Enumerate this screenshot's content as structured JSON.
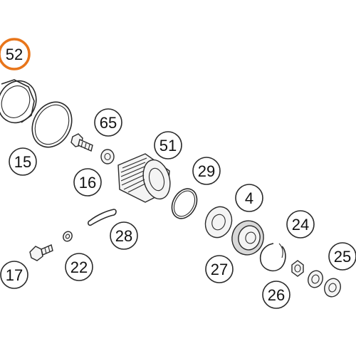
{
  "callouts": [
    {
      "id": "52",
      "label": "52",
      "highlighted": true
    },
    {
      "id": "15",
      "label": "15",
      "highlighted": false
    },
    {
      "id": "65",
      "label": "65",
      "highlighted": false
    },
    {
      "id": "51",
      "label": "51",
      "highlighted": false
    },
    {
      "id": "16",
      "label": "16",
      "highlighted": false
    },
    {
      "id": "29",
      "label": "29",
      "highlighted": false
    },
    {
      "id": "4",
      "label": "4",
      "highlighted": false
    },
    {
      "id": "28",
      "label": "28",
      "highlighted": false
    },
    {
      "id": "24",
      "label": "24",
      "highlighted": false
    },
    {
      "id": "17",
      "label": "17",
      "highlighted": false
    },
    {
      "id": "22",
      "label": "22",
      "highlighted": false
    },
    {
      "id": "27",
      "label": "27",
      "highlighted": false
    },
    {
      "id": "25",
      "label": "25",
      "highlighted": false
    },
    {
      "id": "26",
      "label": "26",
      "highlighted": false
    }
  ],
  "colors": {
    "highlight": "#e8751a",
    "outline": "#2a2a2a",
    "text": "#111111",
    "background": "#ffffff"
  }
}
